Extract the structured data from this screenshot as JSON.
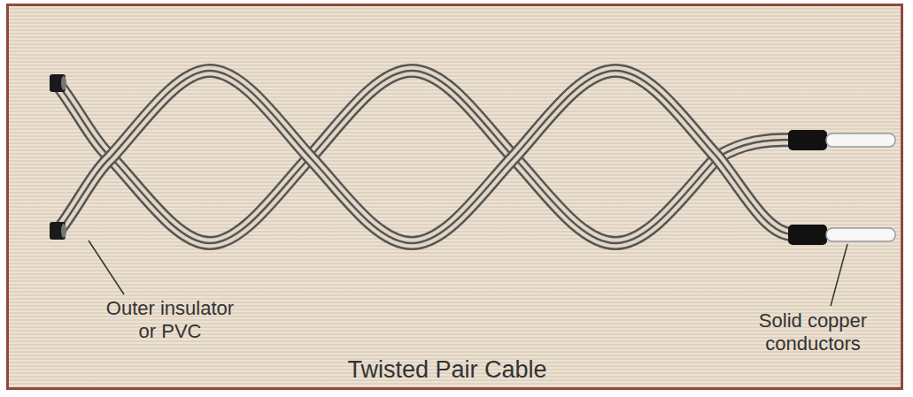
{
  "diagram": {
    "title": "Twisted Pair Cable",
    "labels": [
      "Outer insulator or PVC",
      "Solid copper conductors"
    ]
  }
}
